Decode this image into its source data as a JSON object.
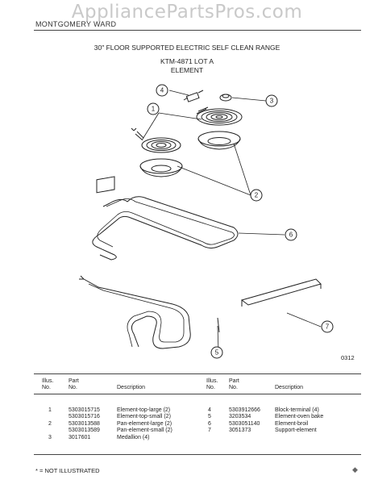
{
  "watermark": "AppliancePartsPros.com",
  "brand": "MONTGOMERY WARD",
  "title": {
    "line1": "30\" FLOOR SUPPORTED ELECTRIC SELF CLEAN RANGE",
    "line2": "KTM-4871 LOT A",
    "line3": "ELEMENT"
  },
  "diagram": {
    "callouts": [
      "1",
      "2",
      "3",
      "4",
      "5",
      "6",
      "7"
    ],
    "figure_code": "0312"
  },
  "parts_table": {
    "headers": {
      "illus": "Illus.\nNo.",
      "part": "Part\nNo.",
      "description": "Description"
    },
    "left": [
      {
        "illus": "1",
        "part": "5303015715",
        "description": "Element-top-large (2)"
      },
      {
        "illus": "",
        "part": "5303015716",
        "description": "Element-top-small (2)"
      },
      {
        "illus": "2",
        "part": "5303013588",
        "description": "Pan-element-large (2)"
      },
      {
        "illus": "",
        "part": "5303013589",
        "description": "Pan-element-small (2)"
      },
      {
        "illus": "3",
        "part": "3017601",
        "description": "Medallion (4)"
      }
    ],
    "right": [
      {
        "illus": "4",
        "part": "5303912666",
        "description": "Block-terminal (4)"
      },
      {
        "illus": "5",
        "part": "3203534",
        "description": "Element-oven bake"
      },
      {
        "illus": "6",
        "part": "5303051140",
        "description": "Element-broil"
      },
      {
        "illus": "7",
        "part": "3051373",
        "description": "Support-element"
      }
    ]
  },
  "footer": "* = NOT ILLUSTRATED",
  "corner_mark": "◆"
}
